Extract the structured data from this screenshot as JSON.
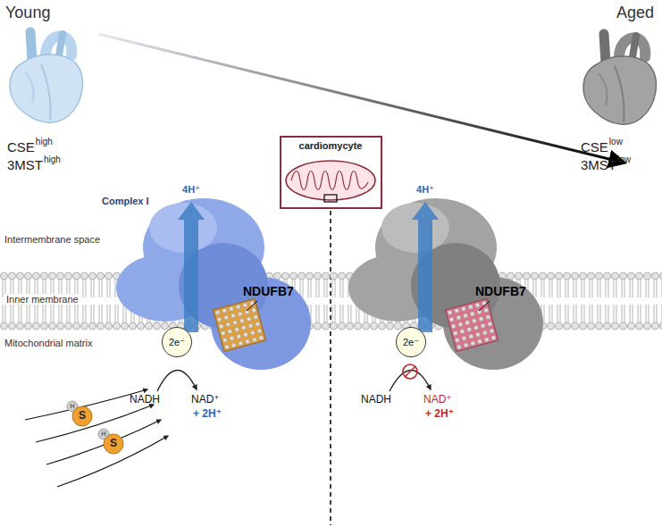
{
  "diagram": {
    "nodes": [
      {
        "text": [
          "cardiomycyte"
        ]
      },
      {
        "text": [
          "2e⁻"
        ]
      },
      {
        "text": [
          "2e⁻"
        ]
      }
    ],
    "labels": [
      "Young",
      "Aged",
      "CSE",
      "high",
      "3MST",
      "high",
      "CSE",
      "low",
      "3MST",
      "low",
      "Intermembrane space",
      "Inner membrane",
      "Mitochondrial matrix",
      "Complex I",
      "4H⁺",
      "4H⁺",
      "NDUFB7",
      "NDUFB7",
      "NADH",
      "NAD⁺",
      "+ 2H⁺",
      "NADH",
      "NAD⁺",
      "+ 2H⁺",
      "S",
      "H",
      "S",
      "H"
    ]
  }
}
